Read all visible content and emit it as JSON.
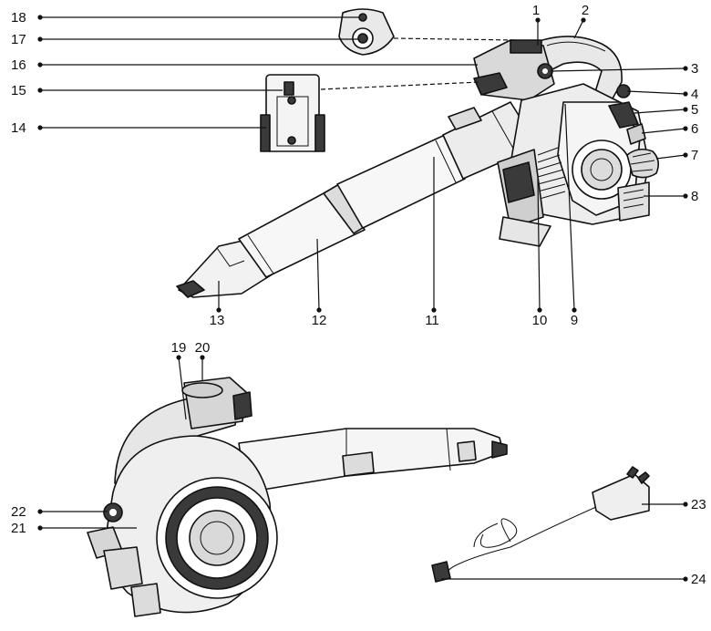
{
  "callouts": [
    {
      "id": "1",
      "label": "1"
    },
    {
      "id": "2",
      "label": "2"
    },
    {
      "id": "3",
      "label": "3"
    },
    {
      "id": "4",
      "label": "4"
    },
    {
      "id": "5",
      "label": "5"
    },
    {
      "id": "6",
      "label": "6"
    },
    {
      "id": "7",
      "label": "7"
    },
    {
      "id": "8",
      "label": "8"
    },
    {
      "id": "9",
      "label": "9"
    },
    {
      "id": "10",
      "label": "10"
    },
    {
      "id": "11",
      "label": "11"
    },
    {
      "id": "12",
      "label": "12"
    },
    {
      "id": "13",
      "label": "13"
    },
    {
      "id": "14",
      "label": "14"
    },
    {
      "id": "15",
      "label": "15"
    },
    {
      "id": "16",
      "label": "16"
    },
    {
      "id": "17",
      "label": "17"
    },
    {
      "id": "18",
      "label": "18"
    },
    {
      "id": "19",
      "label": "19"
    },
    {
      "id": "20",
      "label": "20"
    },
    {
      "id": "21",
      "label": "21"
    },
    {
      "id": "22",
      "label": "22"
    },
    {
      "id": "23",
      "label": "23"
    },
    {
      "id": "24",
      "label": "24"
    }
  ],
  "colors": {
    "line": "#111111",
    "fill_light": "#f2f2f2",
    "fill_mid": "#cfcfcf",
    "fill_dark": "#3a3a3a",
    "background": "#ffffff"
  },
  "drawing_style": "black line-art exploded parts diagram"
}
